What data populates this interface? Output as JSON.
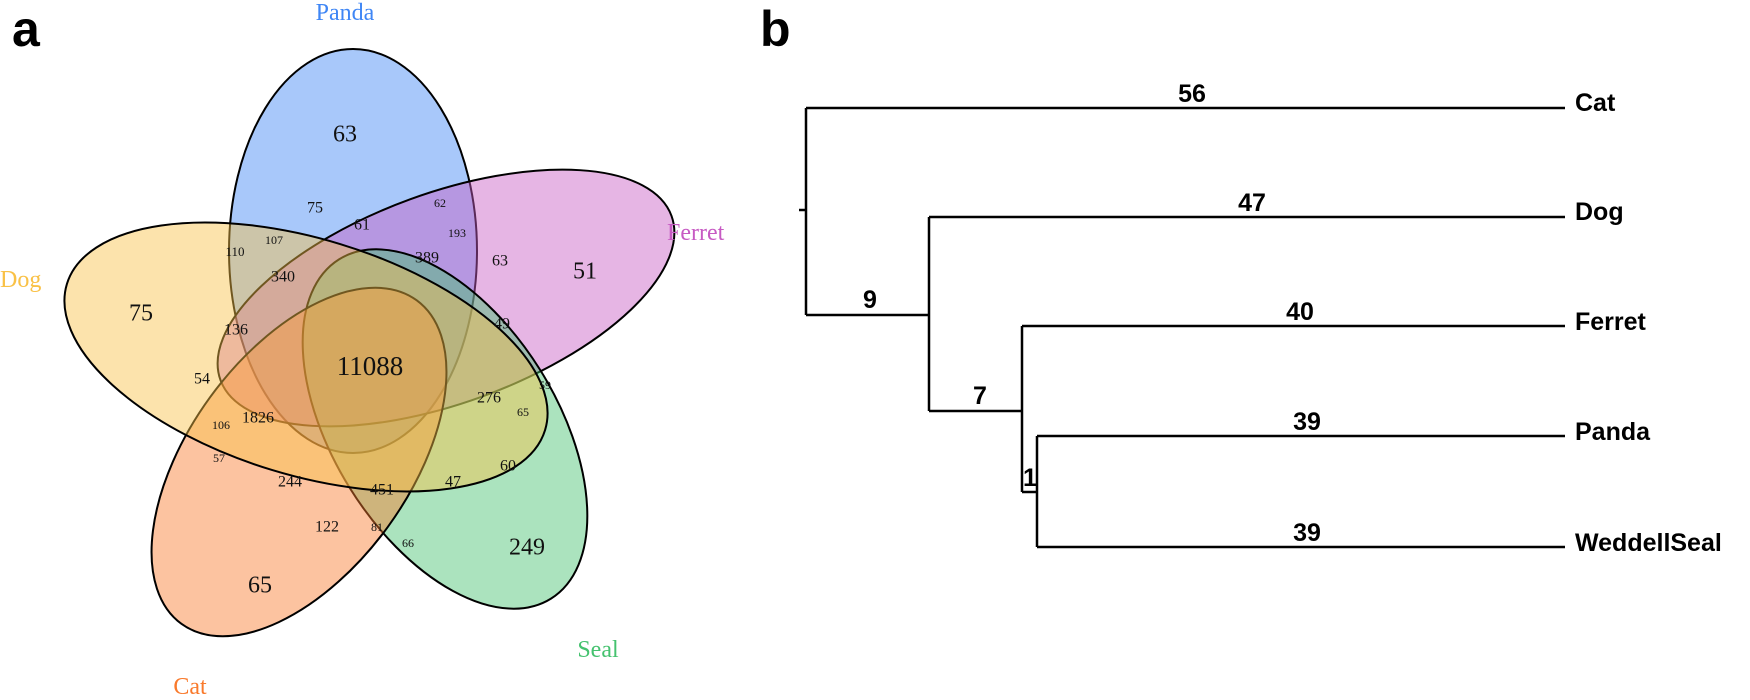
{
  "panels": {
    "a": "a",
    "b": "b"
  },
  "venn": {
    "sets": [
      {
        "name": "Panda",
        "color": "#3f86f5"
      },
      {
        "name": "Ferret",
        "color": "#c75ac3"
      },
      {
        "name": "Seal",
        "color": "#45c26f"
      },
      {
        "name": "Cat",
        "color": "#f97a2c"
      },
      {
        "name": "Dog",
        "color": "#f9c146"
      }
    ],
    "counts": {
      "panda_only": "63",
      "ferret_only": "51",
      "dog_only": "75",
      "cat_only": "65",
      "seal_only": "249",
      "all": "11088",
      "r_1826": "1826",
      "r_451": "451",
      "r_340": "340",
      "r_389": "389",
      "r_276": "276",
      "r_244": "244",
      "r_136": "136",
      "r_122": "122",
      "r_110": "110",
      "r_107": "107",
      "r_106": "106",
      "r_75": "75",
      "r_63": "63",
      "r_62": "62",
      "r_61": "61",
      "r_60": "60",
      "r_59": "59",
      "r_57": "57",
      "r_54": "54",
      "r_49": "49",
      "r_47": "47",
      "r_193": "193",
      "r_81": "81",
      "r_66": "66",
      "r_65": "65"
    }
  },
  "tree": {
    "leaves": [
      "Cat",
      "Dog",
      "Ferret",
      "Panda",
      "WeddellSeal"
    ],
    "branch_values": {
      "cat": "56",
      "dog": "47",
      "ferret": "40",
      "panda": "39",
      "seal": "39",
      "n1": "9",
      "n2": "7",
      "n3": "1"
    }
  }
}
